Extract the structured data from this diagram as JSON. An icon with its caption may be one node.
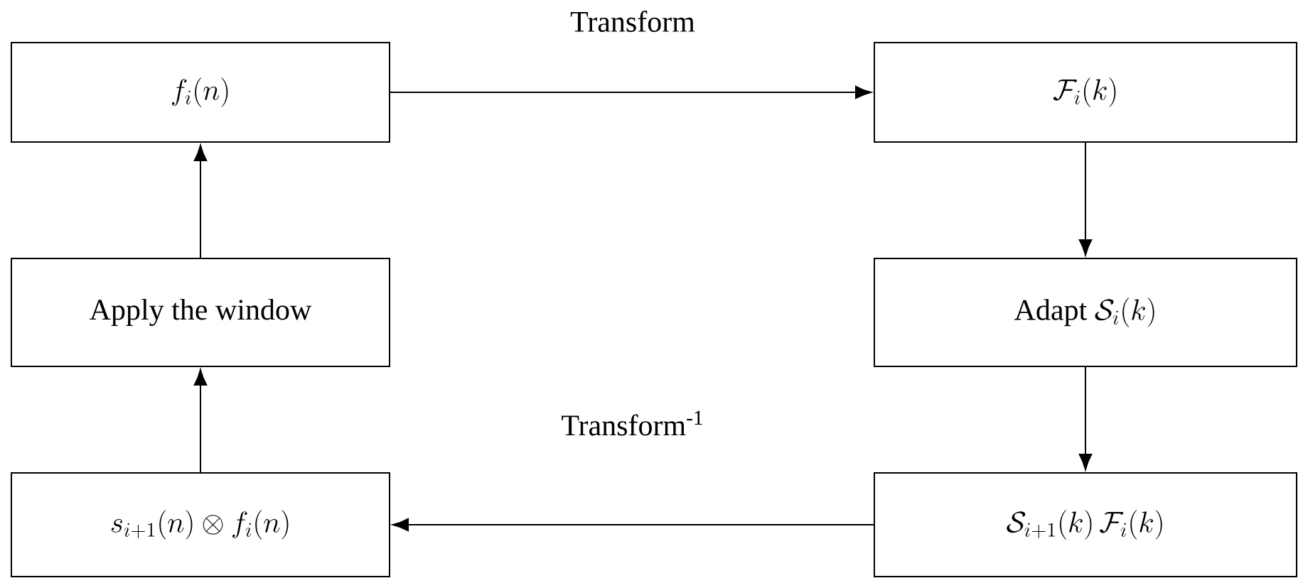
{
  "diagram": {
    "nodes": [
      {
        "text": [
          "f_i(n)"
        ]
      },
      {
        "text": [
          "\\mathcal{F}_i(k)"
        ]
      },
      {
        "text": [
          "\\mathrm{Adapt}\\ \\mathcal{S}_i(k)"
        ]
      },
      {
        "text": [
          "\\mathcal{S}_{i+1}(k)\\,\\mathcal{F}_i(k)"
        ]
      },
      {
        "text": [
          "s_{i+1}(n)\\otimes f_i(n)"
        ]
      },
      {
        "text": [
          "Apply the window"
        ]
      }
    ],
    "edges": [
      {
        "from": 0,
        "to": 1,
        "arrow": "to",
        "label": "Transform"
      },
      {
        "from": 1,
        "to": 2,
        "arrow": "to"
      },
      {
        "from": 2,
        "to": 3,
        "arrow": "to"
      },
      {
        "from": 3,
        "to": 4,
        "arrow": "to",
        "label": "Transform$^{-1}$"
      },
      {
        "from": 4,
        "to": 5,
        "arrow": "to"
      },
      {
        "from": 5,
        "to": 0,
        "arrow": "to"
      }
    ]
  }
}
